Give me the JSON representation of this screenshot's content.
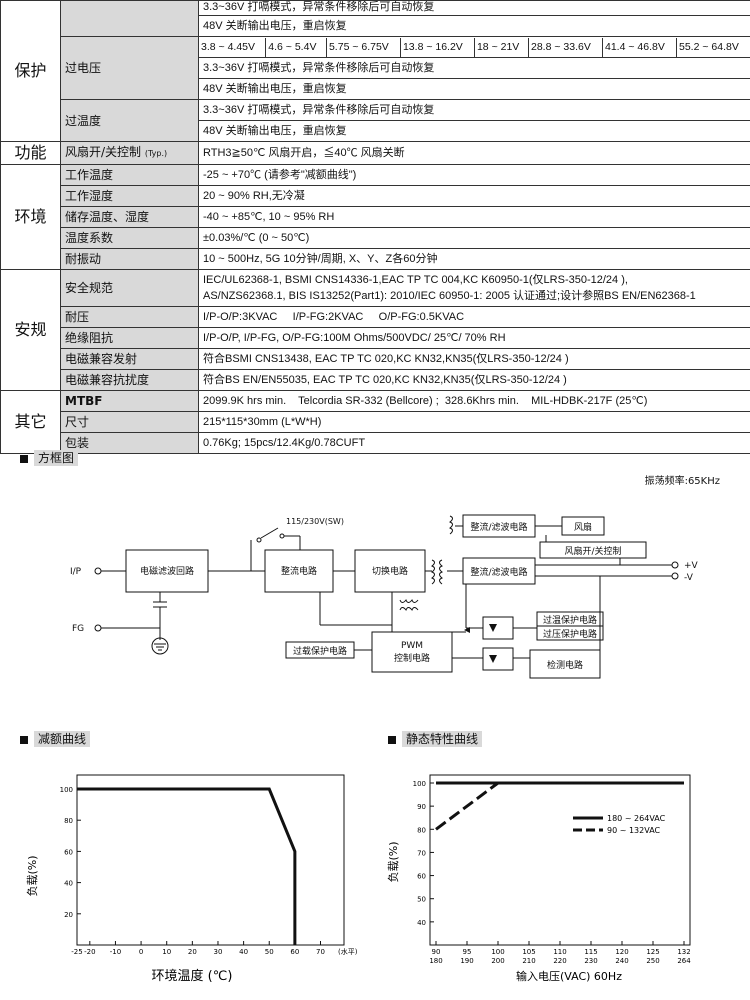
{
  "spec": {
    "cat_protection": "保护",
    "cat_function": "功能",
    "cat_environment": "环境",
    "cat_safety": "安规",
    "cat_others": "其它",
    "prot_top_line1": "3.3~36V 打嗝模式，异常条件移除后可自动恢复",
    "prot_top_line2": "48V 关断输出电压，重启恢复",
    "ov_label": "过电压",
    "ov_values": [
      "3.8 ~ 4.45V",
      "4.6 ~ 5.4V",
      "5.75 ~ 6.75V",
      "13.8 ~ 16.2V",
      "18 ~ 21V",
      "28.8 ~ 33.6V",
      "41.4 ~ 46.8V",
      "55.2 ~ 64.8V"
    ],
    "ov_line1": "3.3~36V 打嗝模式，异常条件移除后可自动恢复",
    "ov_line2": "48V 关断输出电压，重启恢复",
    "ot_label": "过温度",
    "ot_line1": "3.3~36V 打嗝模式，异常条件移除后可自动恢复",
    "ot_line2": "48V 关断输出电压，重启恢复",
    "fan_label": "风扇开/关控制",
    "fan_typ": "(Typ.)",
    "fan_value": "RTH3≧50℃ 风扇开启，≦40℃ 风扇关断",
    "env_rows": [
      {
        "label": "工作温度",
        "value": "-25 ~ +70℃ (请参考\"减额曲线\")"
      },
      {
        "label": "工作湿度",
        "value": "20 ~ 90% RH,无冷凝"
      },
      {
        "label": "储存温度、湿度",
        "value": "-40 ~ +85℃, 10 ~ 95% RH"
      },
      {
        "label": "温度系数",
        "value": "±0.03%/℃ (0 ~ 50℃)"
      },
      {
        "label": "耐振动",
        "value": "10 ~ 500Hz, 5G 10分钟/周期, X、Y、Z各60分钟"
      }
    ],
    "safety_rows": [
      {
        "label": "安全规范",
        "value": "IEC/UL62368-1, BSMI CNS14336-1,EAC TP TC 004,KC K60950-1(仅LRS-350-12/24 ),",
        "value2": "AS/NZS62368.1, BIS IS13252(Part1): 2010/IEC 60950-1: 2005 认证通过;设计参照BS EN/EN62368-1"
      },
      {
        "label": "耐压",
        "value": "I/P-O/P:3KVAC     I/P-FG:2KVAC     O/P-FG:0.5KVAC"
      },
      {
        "label": "绝缘阻抗",
        "value": "I/P-O/P, I/P-FG, O/P-FG:100M Ohms/500VDC/ 25℃/ 70% RH"
      },
      {
        "label": "电磁兼容发射",
        "value": "符合BSMI CNS13438, EAC TP TC 020,KC KN32,KN35(仅LRS-350-12/24 )"
      },
      {
        "label": "电磁兼容抗扰度",
        "value": "符合BS EN/EN55035, EAC TP TC 020,KC KN32,KN35(仅LRS-350-12/24 )"
      }
    ],
    "other_rows": [
      {
        "label": "MTBF",
        "value": "2099.9K hrs min.    Telcordia SR-332 (Bellcore) ;  328.6Khrs min.    MIL-HDBK-217F (25℃)"
      },
      {
        "label": "尺寸",
        "value": "215*115*30mm (L*W*H)"
      },
      {
        "label": "包装",
        "value": "0.76Kg; 15pcs/12.4Kg/0.78CUFT"
      }
    ]
  },
  "block_diagram": {
    "title": "方框图",
    "osc_freq": "振荡频率:65KHz",
    "switch_label": "115/230V(SW)",
    "ip_label": "I/P",
    "fg_label": "FG",
    "emi_filter": "电磁滤波回路",
    "rectifier": "整流电路",
    "switching": "切换电路",
    "rect_filter_top": "整流/滤波电路",
    "fan": "风扇",
    "fan_ctrl": "风扇开/关控制",
    "rect_filter_mid": "整流/滤波电路",
    "plus_v": "+V",
    "minus_v": "-V",
    "pwm_line1": "PWM",
    "pwm_line2": "控制电路",
    "olp": "过载保护电路",
    "otp": "过温保护电路",
    "ovp": "过压保护电路",
    "detect": "检测电路"
  },
  "derating": {
    "title": "减额曲线",
    "chart_data": {
      "type": "line",
      "title": "",
      "xlabel": "环境温度 (℃)",
      "ylabel": "负载(%)",
      "x_unit_note": "(水平)",
      "xticks": [
        -25,
        -20,
        -10,
        0,
        10,
        20,
        30,
        40,
        50,
        60,
        70
      ],
      "yticks": [
        20,
        40,
        60,
        80,
        100
      ],
      "xlim": [
        -25,
        70
      ],
      "ylim": [
        0,
        100
      ],
      "series": [
        {
          "x": [
            -25,
            50,
            60,
            60
          ],
          "y": [
            100,
            100,
            60,
            0
          ]
        }
      ]
    }
  },
  "static": {
    "title": "静态特性曲线",
    "chart_data": {
      "type": "line",
      "title": "",
      "xlabel": "输入电压(VAC) 60Hz",
      "ylabel": "负载(%)",
      "xticks_top": [
        "90",
        "95",
        "100",
        "105",
        "110",
        "115",
        "120",
        "125",
        "132"
      ],
      "xticks_bottom": [
        "180",
        "190",
        "200",
        "210",
        "220",
        "230",
        "240",
        "250",
        "264"
      ],
      "yticks": [
        40,
        50,
        60,
        70,
        80,
        90,
        100
      ],
      "ylim": [
        30,
        100
      ],
      "series": [
        {
          "name": "180 ~ 264VAC",
          "style": "solid",
          "x": [
            90,
            132
          ],
          "y": [
            100,
            100
          ]
        },
        {
          "name": "90 ~ 132VAC",
          "style": "dashed",
          "x": [
            90,
            100,
            132
          ],
          "y": [
            80,
            100,
            100
          ]
        }
      ]
    }
  }
}
